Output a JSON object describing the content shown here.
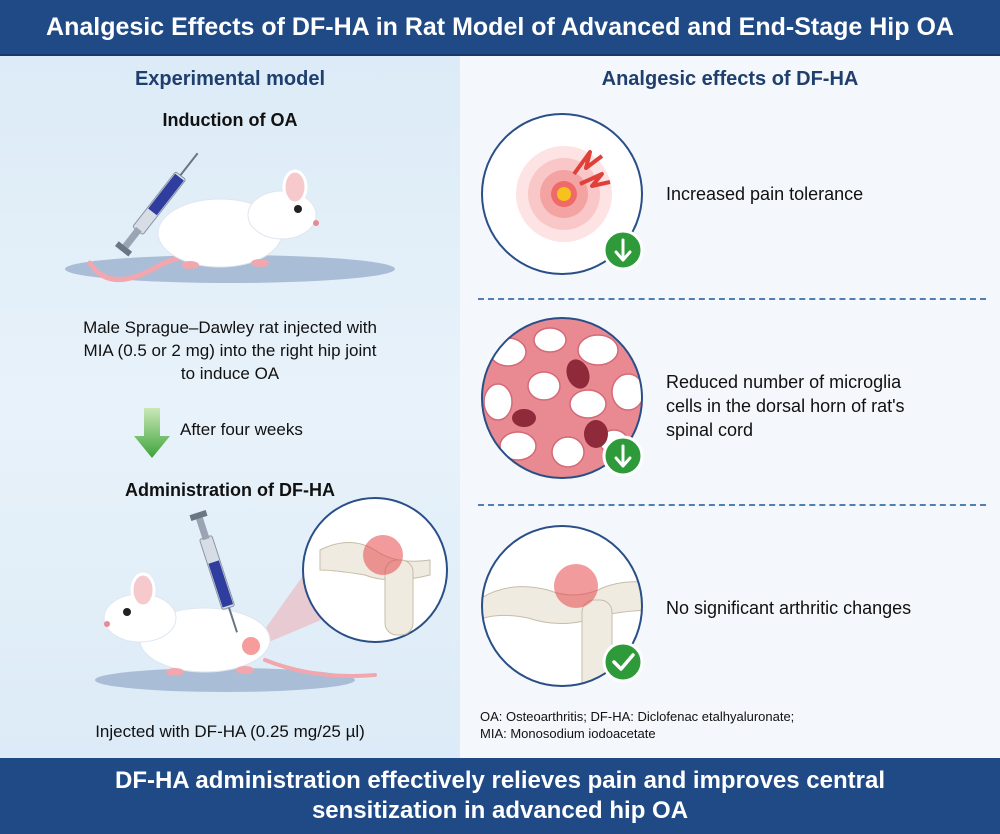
{
  "header": {
    "title": "Analgesic Effects of DF-HA in Rat Model of Advanced and End-Stage Hip OA"
  },
  "left": {
    "heading": "Experimental model",
    "induction_title": "Induction of OA",
    "induction_text": [
      "Male Sprague–Dawley rat injected with",
      "MIA (0.5 or 2 mg) into the right hip joint",
      "to induce OA"
    ],
    "after_label": "After four weeks",
    "administration_title": "Administration of DF-HA",
    "administration_text": "Injected with DF-HA (0.25 mg/25 µl)"
  },
  "right": {
    "heading": "Analgesic effects of DF-HA",
    "effects": [
      {
        "icon": "pain-target-icon",
        "badge": "down-arrow-badge-icon",
        "text": [
          "Increased pain tolerance"
        ]
      },
      {
        "icon": "microglia-cells-icon",
        "badge": "down-arrow-badge-icon",
        "text": [
          "Reduced number of microglia",
          "cells in the dorsal horn of rat's",
          "spinal cord"
        ]
      },
      {
        "icon": "hip-joint-icon",
        "badge": "check-badge-icon",
        "text": [
          "No significant arthritic changes"
        ]
      }
    ],
    "footnote": [
      "OA: Osteoarthritis; DF-HA: Diclofenac etalhyaluronate;",
      "MIA: Monosodium iodoacetate"
    ]
  },
  "footer": {
    "lines": [
      "DF-HA administration effectively relieves pain and improves central",
      "sensitization in advanced hip OA"
    ]
  },
  "colors": {
    "banner": "#1f4a86",
    "heading": "#1f3f6e",
    "badge_green": "#2e9a3a",
    "arrow_green": "#3fa33a",
    "pain_red": "#e0403a",
    "tissue_pink": "#e98a93"
  }
}
